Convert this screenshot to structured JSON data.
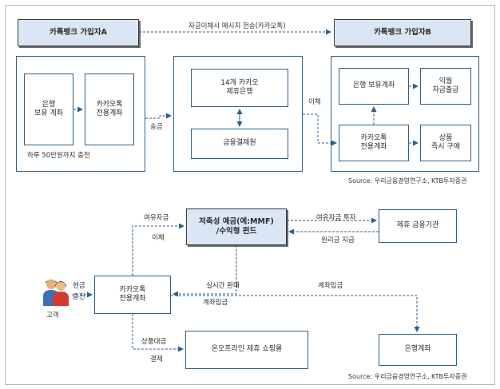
{
  "top": {
    "bank_a": "카톡뱅크 가입자A",
    "bank_b": "카톡뱅크 가입자B",
    "message_label": "자금이체시 메시지 전송(카카오톡)",
    "a_bank_account": "은행\n보유 계좌",
    "a_kakao_account": "카카오톡\n전용계좌",
    "a_limit_note": "하루 50만원까지 충전",
    "send_label": "송금",
    "partner_banks": "14개 카카오\n제휴은행",
    "settlement_center": "금융결제원",
    "transfer_label": "이체",
    "b_bank_account": "은행 보유계좌",
    "b_withdraw": "익월\n자금출금",
    "b_kakao_account": "카카오톡\n전용계좌",
    "b_purchase": "상품\n즉시 구매",
    "source": "Source: 우리금융경영연구소, KTB투자증권"
  },
  "bottom": {
    "fund": "저축성 예금(예:MMF)\n/수익형 펀드",
    "partner_institution": "제휴 금융기관",
    "surplus_invest": "여유자금 투자",
    "principal_pay": "원리금 지급",
    "surplus_funds": "여유자금",
    "transfer": "이체",
    "cash_label": "현금",
    "charge_label": "충전",
    "customer": "고객",
    "kakao_account": "카카오톡\n전용계좌",
    "realtime_redeem": "실시간 환매",
    "account_deposit_left": "계좌입금",
    "account_deposit_right": "계좌입금",
    "product_price": "상품대금",
    "payment": "결제",
    "shopping": "온오프라인 제휴 쇼핑몰",
    "bank_account": "은행계좌",
    "source": "Source: 우리금융경영연구소, KTB투자증권"
  },
  "colors": {
    "header_fill": "#dbe6f4",
    "box_border": "#2d5f8a",
    "arrow": "#2d5f8a"
  }
}
